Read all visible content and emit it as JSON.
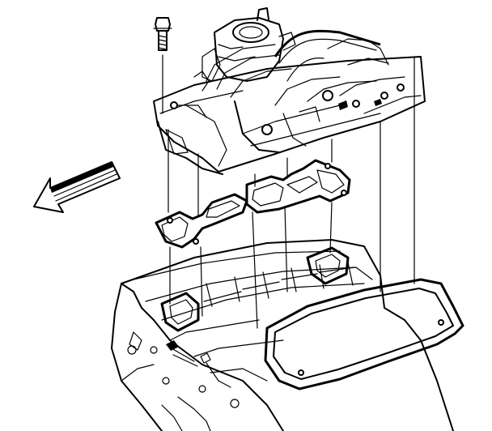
{
  "diagram": {
    "components": [
      "bolt",
      "carburetor",
      "intake-manifold",
      "left-intake-gasket",
      "right-intake-gasket",
      "front-end-seal",
      "engine-block",
      "direction-arrow"
    ],
    "arrow_direction": "front",
    "alignment_lines": 8,
    "colors": {
      "line": "#000000",
      "background": "#ffffff"
    }
  }
}
